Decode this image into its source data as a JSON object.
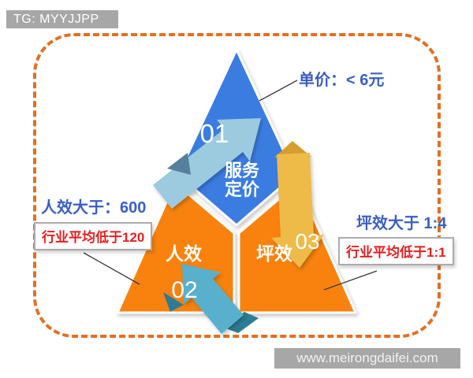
{
  "watermark": {
    "tag": "TG: MYYJJPP"
  },
  "pyramid": {
    "top_section": {
      "label_line1": "服务",
      "label_line2": "定价",
      "color": "#3b7ce1"
    },
    "left_section": {
      "label": "人效",
      "color": "#f8820c"
    },
    "right_section": {
      "label": "坪效",
      "color": "#f8820c"
    }
  },
  "steps": [
    {
      "number": "01",
      "color": "#9ccadf",
      "fold_color": "#55809b"
    },
    {
      "number": "02",
      "color": "#58b0cc",
      "fold_color": "#2d7b94"
    },
    {
      "number": "03",
      "color": "#eebb49",
      "fold_color": "#d59f2e"
    }
  ],
  "annotations": {
    "price_note": {
      "text": "单价：< 6元"
    },
    "staff_note": {
      "text": "人效大于：600"
    },
    "staff_box": {
      "text": "行业平均低于120"
    },
    "floor_note": {
      "text": "坪效大于 1:4"
    },
    "floor_box": {
      "text": "行业平均低于1:1"
    }
  },
  "colors": {
    "note_blue": "#3a5ec4",
    "benchmark_red": "#e51f1f",
    "frame_orange": "#e36f22",
    "bar_gray": "#a7a7a7"
  },
  "website_bar": {
    "url": "www.meirongdaifei.com"
  }
}
